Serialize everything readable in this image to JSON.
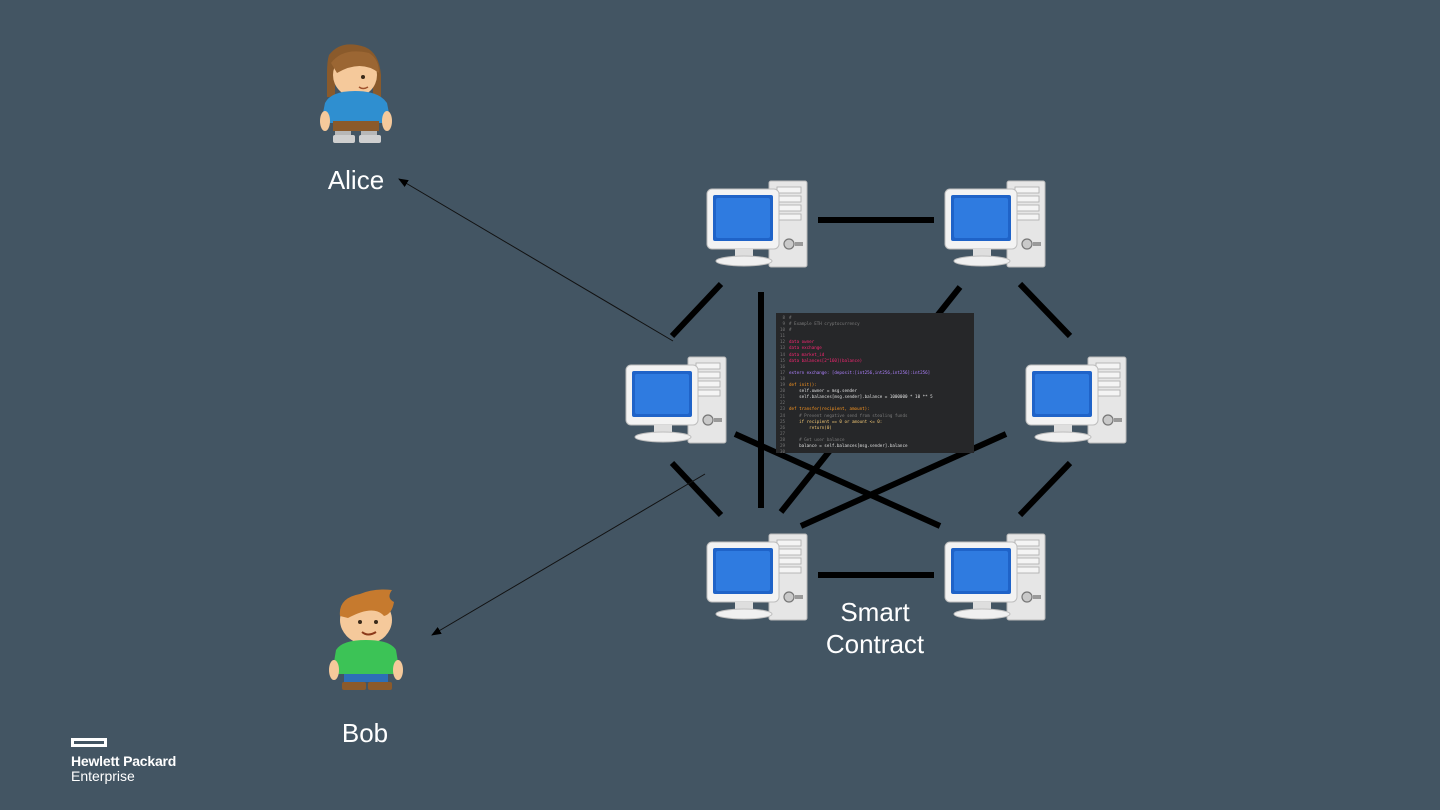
{
  "people": {
    "alice": {
      "name": "Alice",
      "shirt_color": "#2f8fd0"
    },
    "bob": {
      "name": "Bob",
      "shirt_color": "#3cc356"
    }
  },
  "contract_label": {
    "line1": "Smart",
    "line2": "Contract"
  },
  "logo": {
    "line1": "Hewlett Packard",
    "line2": "Enterprise"
  },
  "colors": {
    "background": "#435563",
    "link": "#000000",
    "screen": "#1f63c8"
  },
  "icons": [
    "person-alice-icon",
    "person-bob-icon",
    "computer-node-icon",
    "arrow-icon"
  ],
  "code": [
    {
      "n": "8",
      "t": "#"
    },
    {
      "n": "9",
      "t": "# Example ETH cryptocurrency"
    },
    {
      "n": "10",
      "t": "#"
    },
    {
      "n": "11",
      "t": ""
    },
    {
      "n": "12",
      "t": "data owner"
    },
    {
      "n": "13",
      "t": "data exchange"
    },
    {
      "n": "14",
      "t": "data market_id"
    },
    {
      "n": "15",
      "t": "data balances[2^160](balance)"
    },
    {
      "n": "16",
      "t": ""
    },
    {
      "n": "17",
      "t": "extern exchange: [deposit:[int256,int256,int256]:int256]"
    },
    {
      "n": "18",
      "t": ""
    },
    {
      "n": "19",
      "t": "def init():"
    },
    {
      "n": "20",
      "t": "    self.owner = msg.sender"
    },
    {
      "n": "21",
      "t": "    self.balances[msg.sender].balance = 1000000 * 10 ** 5"
    },
    {
      "n": "22",
      "t": ""
    },
    {
      "n": "23",
      "t": "def transfer(recipient, amount):"
    },
    {
      "n": "24",
      "t": "    # Prevent negative send from stealing funds"
    },
    {
      "n": "25",
      "t": "    if recipient == 0 or amount <= 0:"
    },
    {
      "n": "26",
      "t": "        return(0)"
    },
    {
      "n": "27",
      "t": ""
    },
    {
      "n": "28",
      "t": "    # Get user balance"
    },
    {
      "n": "29",
      "t": "    balance = self.balances[msg.sender].balance"
    },
    {
      "n": "30",
      "t": ""
    }
  ]
}
